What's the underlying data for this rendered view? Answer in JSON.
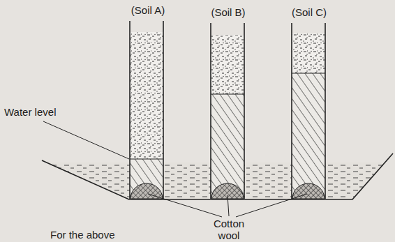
{
  "diagram": {
    "labels": [
      "(Soil A)",
      "(Soil B)",
      "(Soil C)",
      "Water level",
      "Cotton wool",
      "For the above"
    ]
  }
}
